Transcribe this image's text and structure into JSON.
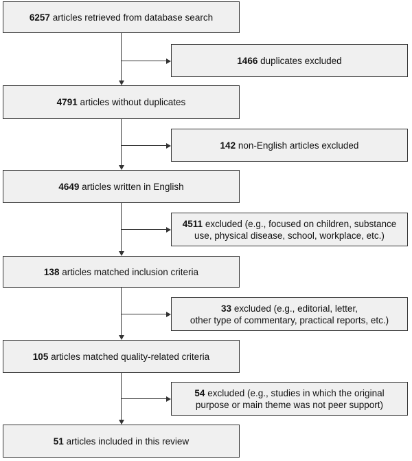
{
  "flow": {
    "main_steps": [
      {
        "count": "6257",
        "text": "articles retrieved from database search"
      },
      {
        "count": "4791",
        "text": "articles without duplicates"
      },
      {
        "count": "4649",
        "text": "articles written in English"
      },
      {
        "count": "138",
        "text": "articles matched inclusion criteria"
      },
      {
        "count": "105",
        "text": "articles matched quality-related criteria"
      },
      {
        "count": "51",
        "text": "articles included in this review"
      }
    ],
    "exclusions": [
      {
        "count": "1466",
        "text": "duplicates excluded",
        "text2": ""
      },
      {
        "count": "142",
        "text": "non-English articles excluded",
        "text2": ""
      },
      {
        "count": "4511",
        "text": "excluded (e.g., focused on children, substance",
        "text2": "use, physical disease, school, workplace, etc.)"
      },
      {
        "count": "33",
        "text": "excluded (e.g., editorial, letter,",
        "text2": "other type of commentary, practical reports, etc.)"
      },
      {
        "count": "54",
        "text": "excluded (e.g., studies in which the original",
        "text2": "purpose or main theme was not peer support)"
      }
    ]
  },
  "colors": {
    "box_fill": "#f0f0f0",
    "box_border": "#333333",
    "outer_border": "#000000"
  }
}
